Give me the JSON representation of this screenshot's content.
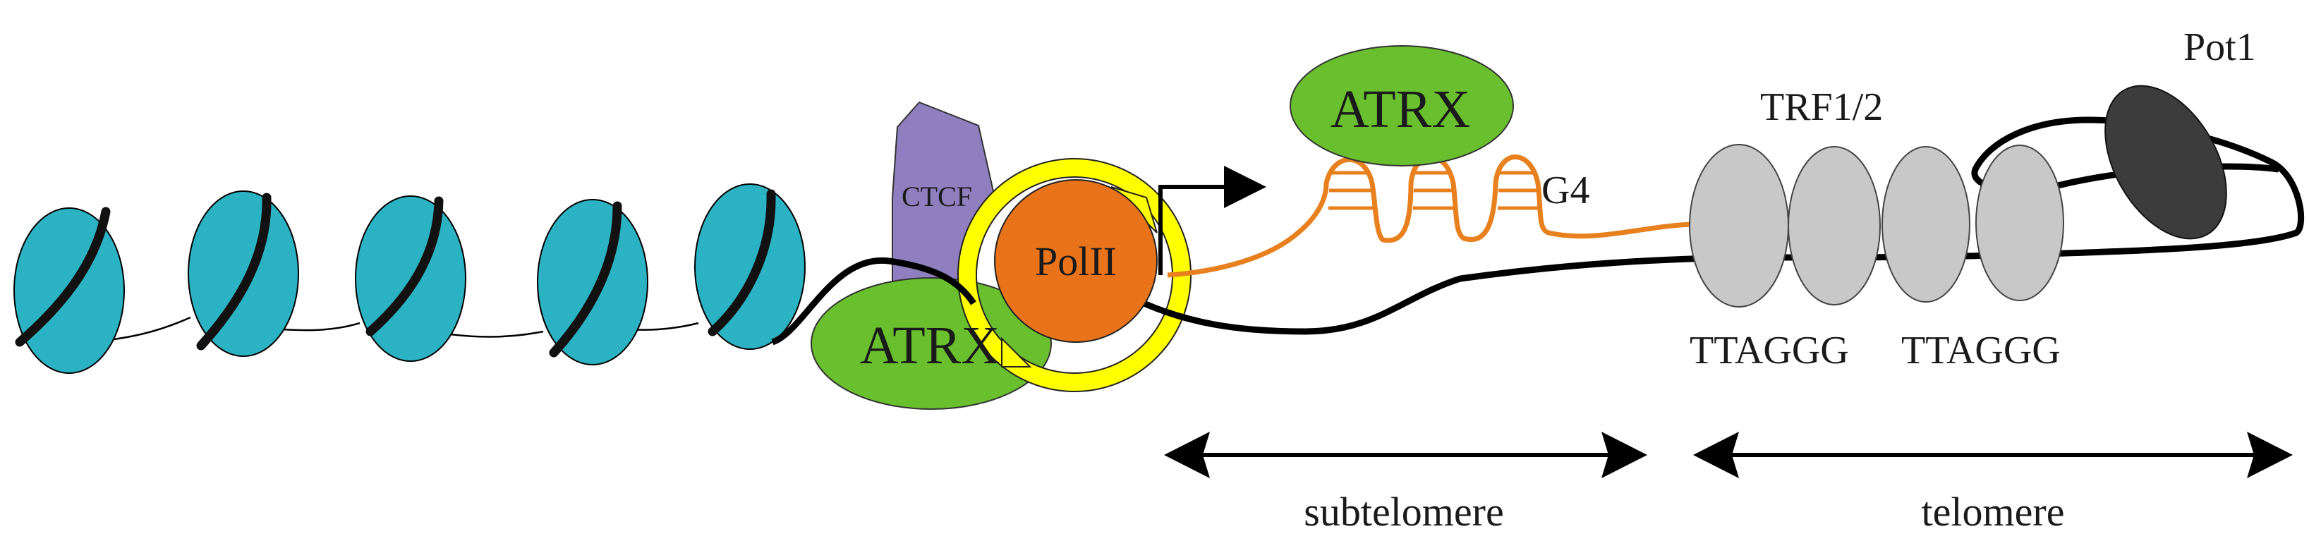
{
  "labels": {
    "ctcf": "CTCF",
    "polii": "PolII",
    "atrx_promoter": "ATRX",
    "atrx_g4": "ATRX",
    "g4": "G4",
    "trf": "TRF1/2",
    "pot1": "Pot1",
    "ttaggg_left": "TTAGGG",
    "ttaggg_right": "TTAGGG",
    "subtelomere": "subtelomere",
    "telomere": "telomere"
  },
  "colors": {
    "nucleosome": "#2bb3c4",
    "dna": "#000000",
    "ctcf": "#8f7fbf",
    "polii": "#e8731a",
    "polii_ring": "#ffff00",
    "atrx": "#6abf2e",
    "rna": "#e8801e",
    "shelterin": "#c8c8c8",
    "pot1": "#3c3c3c"
  },
  "icons": {
    "transcription_start": "bent-arrow-icon",
    "regions": "double-headed-arrow-icon"
  }
}
